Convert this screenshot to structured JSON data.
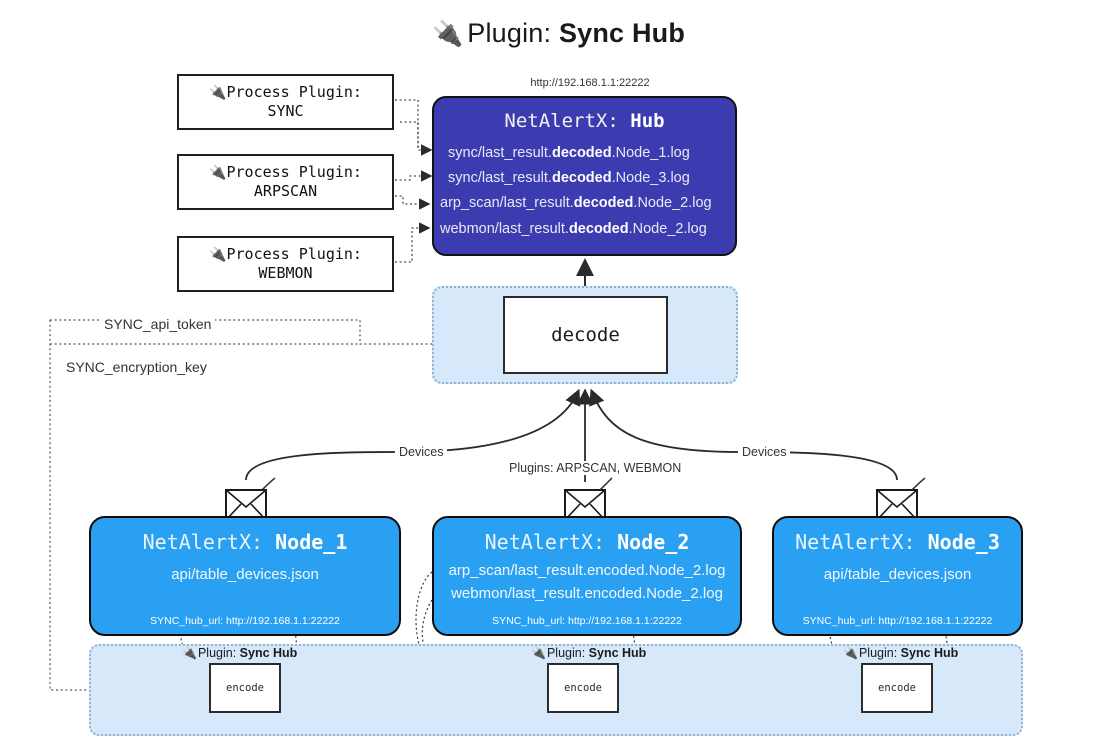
{
  "page": {
    "title_prefix": "Plugin:",
    "title_name": "Sync Hub",
    "plug_icon": "plug-icon",
    "hub_url": "http://192.168.1.1:22222"
  },
  "process_plugins": [
    {
      "line1": "Process Plugin:",
      "line2": "SYNC"
    },
    {
      "line1": "Process Plugin:",
      "line2": "ARPSCAN"
    },
    {
      "line1": "Process Plugin:",
      "line2": "WEBMON"
    }
  ],
  "hub": {
    "title_prefix": "NetAlertX:",
    "title_name": "Hub",
    "lines": [
      {
        "pre": "sync/last_result.",
        "strong": "decoded",
        "post": ".Node_1.log"
      },
      {
        "pre": "sync/last_result.",
        "strong": "decoded",
        "post": ".Node_3.log"
      },
      {
        "pre": "arp_scan/last_result.",
        "strong": "decoded",
        "post": ".Node_2.log"
      },
      {
        "pre": "webmon/last_result.",
        "strong": "decoded",
        "post": ".Node_2.log"
      }
    ]
  },
  "decode": {
    "label": "decode"
  },
  "secrets": {
    "api_token": "SYNC_api_token",
    "encryption_key": "SYNC_encryption_key"
  },
  "edge_labels": {
    "devices_left": "Devices",
    "devices_right": "Devices",
    "plugins_center": "Plugins: ARPSCAN, WEBMON"
  },
  "nodes": [
    {
      "title_prefix": "NetAlertX:",
      "title_name": "Node_1",
      "lines": [
        "api/table_devices.json"
      ],
      "footer": "SYNC_hub_url: http://192.168.1.1:22222"
    },
    {
      "title_prefix": "NetAlertX:",
      "title_name": "Node_2",
      "lines": [
        "arp_scan/last_result.encoded.Node_2.log",
        "webmon/last_result.encoded.Node_2.log"
      ],
      "footer": "SYNC_hub_url: http://192.168.1.1:22222"
    },
    {
      "title_prefix": "NetAlertX:",
      "title_name": "Node_3",
      "lines": [
        "api/table_devices.json"
      ],
      "footer": "SYNC_hub_url: http://192.168.1.1:22222"
    }
  ],
  "encoders": [
    {
      "label_prefix": "Plugin:",
      "label_name": "Sync Hub",
      "box": "encode"
    },
    {
      "label_prefix": "Plugin:",
      "label_name": "Sync Hub",
      "box": "encode"
    },
    {
      "label_prefix": "Plugin:",
      "label_name": "Sync Hub",
      "box": "encode"
    }
  ],
  "colors": {
    "hub_fill": "#3c3cb0",
    "node_fill": "#2aa0f2",
    "container_fill": "#d6e8fa",
    "stroke": "#1f1f1f"
  }
}
